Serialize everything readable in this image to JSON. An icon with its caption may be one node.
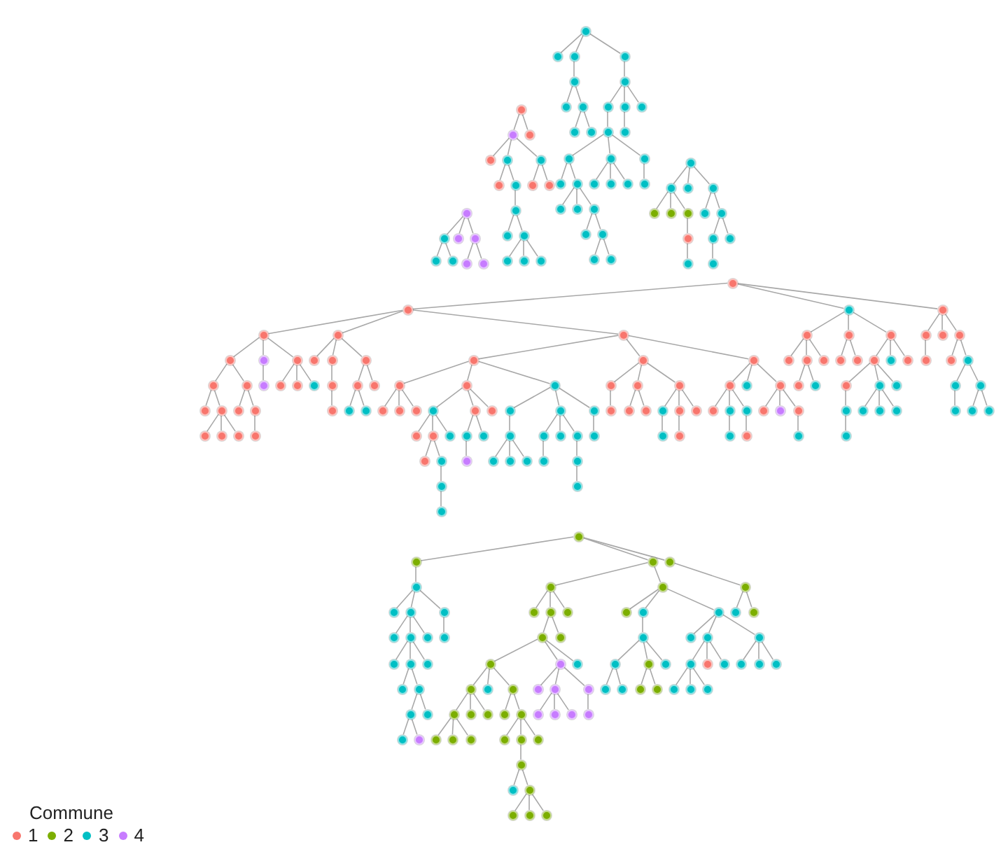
{
  "diagram": {
    "nodes": [
      {
        "text": [],
        "shape": "circle"
      },
      {
        "text": [],
        "shape": "circle"
      },
      {
        "text": [],
        "shape": "circle"
      },
      {
        "text": [],
        "shape": "circle"
      },
      {
        "text": [],
        "shape": "circle"
      },
      {
        "text": [],
        "shape": "circle"
      },
      {
        "text": [],
        "shape": "circle"
      },
      {
        "text": [],
        "shape": "circle"
      },
      {
        "text": [],
        "shape": "circle"
      },
      {
        "text": [],
        "shape": "circle"
      },
      {
        "text": [],
        "shape": "circle"
      },
      {
        "text": [],
        "shape": "circle"
      },
      {
        "text": [],
        "shape": "circle"
      },
      {
        "text": [],
        "shape": "circle"
      },
      {
        "text": [],
        "shape": "circle"
      },
      {
        "text": [],
        "shape": "circle"
      },
      {
        "text": [],
        "shape": "circle"
      },
      {
        "text": [],
        "shape": "circle"
      },
      {
        "text": [],
        "shape": "circle"
      },
      {
        "text": [],
        "shape": "circle"
      },
      {
        "text": [],
        "shape": "circle"
      },
      {
        "text": [],
        "shape": "circle"
      },
      {
        "text": [],
        "shape": "circle"
      },
      {
        "text": [],
        "shape": "circle"
      },
      {
        "text": [],
        "shape": "circle"
      },
      {
        "text": [],
        "shape": "circle"
      },
      {
        "text": [],
        "shape": "circle"
      },
      {
        "text": [],
        "shape": "circle"
      },
      {
        "text": [],
        "shape": "circle"
      },
      {
        "text": [],
        "shape": "circle"
      },
      {
        "text": [],
        "shape": "circle"
      },
      {
        "text": [],
        "shape": "circle"
      },
      {
        "text": [],
        "shape": "circle"
      },
      {
        "text": [],
        "shape": "circle"
      },
      {
        "text": [],
        "shape": "circle"
      },
      {
        "text": [],
        "shape": "circle"
      },
      {
        "text": [],
        "shape": "circle"
      },
      {
        "text": [],
        "shape": "circle"
      },
      {
        "text": [],
        "shape": "circle"
      },
      {
        "text": [],
        "shape": "circle"
      },
      {
        "text": [],
        "shape": "circle"
      },
      {
        "text": [],
        "shape": "circle"
      },
      {
        "text": [],
        "shape": "circle"
      },
      {
        "text": [],
        "shape": "circle"
      },
      {
        "text": [],
        "shape": "circle"
      },
      {
        "text": [],
        "shape": "circle"
      },
      {
        "text": [],
        "shape": "circle"
      },
      {
        "text": [],
        "shape": "circle"
      },
      {
        "text": [],
        "shape": "circle"
      },
      {
        "text": [],
        "shape": "circle"
      },
      {
        "text": [],
        "shape": "circle"
      },
      {
        "text": [],
        "shape": "circle"
      },
      {
        "text": [],
        "shape": "circle"
      },
      {
        "text": [],
        "shape": "circle"
      },
      {
        "text": [],
        "shape": "circle"
      },
      {
        "text": [],
        "shape": "circle"
      },
      {
        "text": [],
        "shape": "circle"
      },
      {
        "text": [],
        "shape": "circle"
      },
      {
        "text": [],
        "shape": "circle"
      },
      {
        "text": [],
        "shape": "circle"
      },
      {
        "text": [],
        "shape": "circle"
      },
      {
        "text": [],
        "shape": "circle"
      },
      {
        "text": [],
        "shape": "circle"
      },
      {
        "text": [],
        "shape": "circle"
      },
      {
        "text": [],
        "shape": "circle"
      },
      {
        "text": [],
        "shape": "circle"
      },
      {
        "text": [],
        "shape": "circle"
      },
      {
        "text": [],
        "shape": "circle"
      },
      {
        "text": [],
        "shape": "circle"
      },
      {
        "text": [],
        "shape": "circle"
      },
      {
        "text": [],
        "shape": "circle"
      },
      {
        "text": [],
        "shape": "circle"
      },
      {
        "text": [],
        "shape": "circle"
      },
      {
        "text": [],
        "shape": "circle"
      },
      {
        "text": [],
        "shape": "circle"
      },
      {
        "text": [],
        "shape": "circle"
      },
      {
        "text": [],
        "shape": "circle"
      },
      {
        "text": [],
        "shape": "circle"
      },
      {
        "text": [],
        "shape": "circle"
      },
      {
        "text": [],
        "shape": "circle"
      },
      {
        "text": [],
        "shape": "circle"
      },
      {
        "text": [],
        "shape": "circle"
      },
      {
        "text": [],
        "shape": "circle"
      },
      {
        "text": [],
        "shape": "circle"
      },
      {
        "text": [],
        "shape": "circle"
      },
      {
        "text": [],
        "shape": "circle"
      },
      {
        "text": [],
        "shape": "circle"
      },
      {
        "text": [],
        "shape": "circle"
      },
      {
        "text": [],
        "shape": "circle"
      },
      {
        "text": [],
        "shape": "circle"
      },
      {
        "text": [],
        "shape": "circle"
      },
      {
        "text": [],
        "shape": "circle"
      },
      {
        "text": [],
        "shape": "circle"
      },
      {
        "text": [],
        "shape": "circle"
      },
      {
        "text": [],
        "shape": "circle"
      },
      {
        "text": [],
        "shape": "circle"
      },
      {
        "text": [],
        "shape": "circle"
      },
      {
        "text": [],
        "shape": "circle"
      },
      {
        "text": [],
        "shape": "circle"
      },
      {
        "text": [],
        "shape": "circle"
      },
      {
        "text": [],
        "shape": "circle"
      },
      {
        "text": [],
        "shape": "circle"
      },
      {
        "text": [],
        "shape": "circle"
      },
      {
        "text": [],
        "shape": "circle"
      },
      {
        "text": [],
        "shape": "circle"
      },
      {
        "text": [],
        "shape": "circle"
      },
      {
        "text": [],
        "shape": "circle"
      },
      {
        "text": [],
        "shape": "circle"
      },
      {
        "text": [],
        "shape": "circle"
      },
      {
        "text": [],
        "shape": "circle"
      },
      {
        "text": [],
        "shape": "circle"
      },
      {
        "text": [],
        "shape": "circle"
      },
      {
        "text": [],
        "shape": "circle"
      },
      {
        "text": [],
        "shape": "circle"
      },
      {
        "text": [],
        "shape": "circle"
      },
      {
        "text": [],
        "shape": "circle"
      },
      {
        "text": [],
        "shape": "circle"
      },
      {
        "text": [],
        "shape": "circle"
      },
      {
        "text": [],
        "shape": "circle"
      },
      {
        "text": [],
        "shape": "circle"
      },
      {
        "text": [],
        "shape": "circle"
      },
      {
        "text": [],
        "shape": "circle"
      },
      {
        "text": [],
        "shape": "circle"
      },
      {
        "text": [],
        "shape": "circle"
      },
      {
        "text": [],
        "shape": "circle"
      },
      {
        "text": [],
        "shape": "circle"
      },
      {
        "text": [],
        "shape": "circle"
      },
      {
        "text": [],
        "shape": "circle"
      },
      {
        "text": [],
        "shape": "circle"
      },
      {
        "text": [],
        "shape": "circle"
      },
      {
        "text": [],
        "shape": "circle"
      },
      {
        "text": [],
        "shape": "circle"
      },
      {
        "text": [],
        "shape": "circle"
      },
      {
        "text": [],
        "shape": "circle"
      },
      {
        "text": [],
        "shape": "circle"
      },
      {
        "text": [],
        "shape": "circle"
      },
      {
        "text": [],
        "shape": "circle"
      },
      {
        "text": [],
        "shape": "circle"
      },
      {
        "text": [],
        "shape": "circle"
      },
      {
        "text": [],
        "shape": "circle"
      },
      {
        "text": [],
        "shape": "circle"
      },
      {
        "text": [],
        "shape": "circle"
      },
      {
        "text": [],
        "shape": "circle"
      },
      {
        "text": [],
        "shape": "circle"
      },
      {
        "text": [],
        "shape": "circle"
      },
      {
        "text": [],
        "shape": "circle"
      },
      {
        "text": [],
        "shape": "circle"
      },
      {
        "text": [],
        "shape": "circle"
      },
      {
        "text": [],
        "shape": "circle"
      },
      {
        "text": [],
        "shape": "circle"
      },
      {
        "text": [],
        "shape": "circle"
      },
      {
        "text": [],
        "shape": "circle"
      },
      {
        "text": [],
        "shape": "circle"
      },
      {
        "text": [],
        "shape": "circle"
      },
      {
        "text": [],
        "shape": "circle"
      },
      {
        "text": [],
        "shape": "circle"
      },
      {
        "text": [],
        "shape": "circle"
      },
      {
        "text": [],
        "shape": "circle"
      },
      {
        "text": [],
        "shape": "circle"
      },
      {
        "text": [],
        "shape": "circle"
      },
      {
        "text": [],
        "shape": "circle"
      },
      {
        "text": [],
        "shape": "circle"
      },
      {
        "text": [],
        "shape": "circle"
      },
      {
        "text": [],
        "shape": "circle"
      },
      {
        "text": [],
        "shape": "circle"
      },
      {
        "text": [],
        "shape": "circle"
      },
      {
        "text": [],
        "shape": "circle"
      },
      {
        "text": [],
        "shape": "circle"
      },
      {
        "text": [],
        "shape": "circle"
      },
      {
        "text": [],
        "shape": "circle"
      },
      {
        "text": [],
        "shape": "circle"
      },
      {
        "text": [],
        "shape": "circle"
      },
      {
        "text": [],
        "shape": "circle"
      },
      {
        "text": [],
        "shape": "circle"
      },
      {
        "text": [],
        "shape": "circle"
      },
      {
        "text": [],
        "shape": "circle"
      },
      {
        "text": [],
        "shape": "circle"
      },
      {
        "text": [],
        "shape": "circle"
      },
      {
        "text": [],
        "shape": "circle"
      },
      {
        "text": [],
        "shape": "circle"
      },
      {
        "text": [],
        "shape": "circle"
      },
      {
        "text": [],
        "shape": "circle"
      },
      {
        "text": [],
        "shape": "circle"
      },
      {
        "text": [],
        "shape": "circle"
      },
      {
        "text": [],
        "shape": "circle"
      },
      {
        "text": [],
        "shape": "circle"
      },
      {
        "text": [],
        "shape": "circle"
      },
      {
        "text": [],
        "shape": "circle"
      },
      {
        "text": [],
        "shape": "circle"
      },
      {
        "text": [],
        "shape": "circle"
      },
      {
        "text": [],
        "shape": "circle"
      },
      {
        "text": [],
        "shape": "circle"
      },
      {
        "text": [],
        "shape": "circle"
      },
      {
        "text": [],
        "shape": "circle"
      },
      {
        "text": [],
        "shape": "circle"
      },
      {
        "text": [],
        "shape": "circle"
      },
      {
        "text": [],
        "shape": "circle"
      },
      {
        "text": [],
        "shape": "circle"
      },
      {
        "text": [],
        "shape": "circle"
      },
      {
        "text": [],
        "shape": "circle"
      },
      {
        "text": [],
        "shape": "circle"
      },
      {
        "text": [],
        "shape": "circle"
      },
      {
        "text": [],
        "shape": "circle"
      },
      {
        "text": [],
        "shape": "circle"
      },
      {
        "text": [],
        "shape": "circle"
      },
      {
        "text": [],
        "shape": "circle"
      },
      {
        "text": [],
        "shape": "circle"
      },
      {
        "text": [],
        "shape": "circle"
      },
      {
        "text": [],
        "shape": "circle"
      },
      {
        "text": [],
        "shape": "circle"
      },
      {
        "text": [],
        "shape": "circle"
      },
      {
        "text": [],
        "shape": "circle"
      },
      {
        "text": [],
        "shape": "circle"
      },
      {
        "text": [],
        "shape": "circle"
      },
      {
        "text": [],
        "shape": "circle"
      },
      {
        "text": [],
        "shape": "circle"
      },
      {
        "text": [],
        "shape": "circle"
      },
      {
        "text": [],
        "shape": "circle"
      },
      {
        "text": [],
        "shape": "circle"
      },
      {
        "text": [],
        "shape": "circle"
      },
      {
        "text": [],
        "shape": "circle"
      },
      {
        "text": [],
        "shape": "circle"
      },
      {
        "text": [],
        "shape": "circle"
      },
      {
        "text": [],
        "shape": "circle"
      },
      {
        "text": [],
        "shape": "circle"
      },
      {
        "text": [],
        "shape": "circle"
      },
      {
        "text": [],
        "shape": "circle"
      },
      {
        "text": [],
        "shape": "circle"
      },
      {
        "text": [],
        "shape": "circle"
      },
      {
        "text": [],
        "shape": "circle"
      },
      {
        "text": [],
        "shape": "circle"
      },
      {
        "text": [],
        "shape": "circle"
      },
      {
        "text": [],
        "shape": "circle"
      },
      {
        "text": [],
        "shape": "circle"
      },
      {
        "text": [],
        "shape": "circle"
      },
      {
        "text": [],
        "shape": "circle"
      },
      {
        "text": [],
        "shape": "circle"
      },
      {
        "text": [],
        "shape": "circle"
      },
      {
        "text": [],
        "shape": "circle"
      },
      {
        "text": [],
        "shape": "circle"
      },
      {
        "text": [],
        "shape": "circle"
      },
      {
        "text": [],
        "shape": "circle"
      },
      {
        "text": [],
        "shape": "circle"
      },
      {
        "text": [],
        "shape": "circle"
      },
      {
        "text": [],
        "shape": "circle"
      },
      {
        "text": [],
        "shape": "circle"
      },
      {
        "text": [],
        "shape": "circle"
      },
      {
        "text": [],
        "shape": "circle"
      },
      {
        "text": [],
        "shape": "circle"
      },
      {
        "text": [],
        "shape": "circle"
      },
      {
        "text": [],
        "shape": "circle"
      },
      {
        "text": [],
        "shape": "circle"
      },
      {
        "text": [],
        "shape": "circle"
      },
      {
        "text": [],
        "shape": "circle"
      },
      {
        "text": [],
        "shape": "circle"
      },
      {
        "text": [],
        "shape": "circle"
      },
      {
        "text": [],
        "shape": "circle"
      },
      {
        "text": [],
        "shape": "circle"
      },
      {
        "text": [],
        "shape": "circle"
      },
      {
        "text": [],
        "shape": "circle"
      },
      {
        "text": [],
        "shape": "circle"
      },
      {
        "text": [],
        "shape": "circle"
      },
      {
        "text": [],
        "shape": "circle"
      },
      {
        "text": [],
        "shape": "circle"
      },
      {
        "text": [],
        "shape": "circle"
      },
      {
        "text": [],
        "shape": "circle"
      },
      {
        "text": [],
        "shape": "circle"
      },
      {
        "text": [],
        "shape": "circle"
      },
      {
        "text": [],
        "shape": "circle"
      },
      {
        "text": [],
        "shape": "circle"
      },
      {
        "text": [],
        "shape": "circle"
      },
      {
        "text": [],
        "shape": "circle"
      },
      {
        "text": [],
        "shape": "circle"
      },
      {
        "text": [],
        "shape": "circle"
      },
      {
        "text": [],
        "shape": "circle"
      },
      {
        "text": [],
        "shape": "circle"
      },
      {
        "text": [],
        "shape": "circle"
      }
    ],
    "edges": [
      {
        "from": 0,
        "to": 1,
        "arrow": "none"
      },
      {
        "from": 0,
        "to": 2,
        "arrow": "none"
      },
      {
        "from": 0,
        "to": 3,
        "arrow": "none"
      },
      {
        "from": 2,
        "to": 4,
        "arrow": "none"
      },
      {
        "from": 4,
        "to": 5,
        "arrow": "none"
      },
      {
        "from": 4,
        "to": 6,
        "arrow": "none"
      },
      {
        "from": 6,
        "to": 7,
        "arrow": "none"
      },
      {
        "from": 6,
        "to": 8,
        "arrow": "none"
      },
      {
        "from": 3,
        "to": 9,
        "arrow": "none"
      },
      {
        "from": 9,
        "to": 10,
        "arrow": "none"
      },
      {
        "from": 9,
        "to": 11,
        "arrow": "none"
      },
      {
        "from": 9,
        "to": 12,
        "arrow": "none"
      },
      {
        "from": 11,
        "to": 13,
        "arrow": "none"
      },
      {
        "from": 10,
        "to": 14,
        "arrow": "none"
      },
      {
        "from": 14,
        "to": 15,
        "arrow": "none"
      },
      {
        "from": 14,
        "to": 16,
        "arrow": "none"
      },
      {
        "from": 14,
        "to": 17,
        "arrow": "none"
      },
      {
        "from": 15,
        "to": 18,
        "arrow": "none"
      },
      {
        "from": 15,
        "to": 19,
        "arrow": "none"
      },
      {
        "from": 19,
        "to": 20,
        "arrow": "none"
      },
      {
        "from": 19,
        "to": 21,
        "arrow": "none"
      },
      {
        "from": 19,
        "to": 22,
        "arrow": "none"
      },
      {
        "from": 22,
        "to": 23,
        "arrow": "none"
      },
      {
        "from": 22,
        "to": 24,
        "arrow": "none"
      },
      {
        "from": 24,
        "to": 25,
        "arrow": "none"
      },
      {
        "from": 24,
        "to": 26,
        "arrow": "none"
      },
      {
        "from": 16,
        "to": 27,
        "arrow": "none"
      },
      {
        "from": 16,
        "to": 28,
        "arrow": "none"
      },
      {
        "from": 16,
        "to": 29,
        "arrow": "none"
      },
      {
        "from": 17,
        "to": 30,
        "arrow": "none"
      },
      {
        "from": 31,
        "to": 32,
        "arrow": "none"
      },
      {
        "from": 31,
        "to": 33,
        "arrow": "none"
      },
      {
        "from": 32,
        "to": 34,
        "arrow": "none"
      },
      {
        "from": 32,
        "to": 35,
        "arrow": "none"
      },
      {
        "from": 32,
        "to": 36,
        "arrow": "none"
      },
      {
        "from": 35,
        "to": 37,
        "arrow": "none"
      },
      {
        "from": 35,
        "to": 38,
        "arrow": "none"
      },
      {
        "from": 38,
        "to": 39,
        "arrow": "none"
      },
      {
        "from": 39,
        "to": 40,
        "arrow": "none"
      },
      {
        "from": 39,
        "to": 41,
        "arrow": "none"
      },
      {
        "from": 41,
        "to": 42,
        "arrow": "none"
      },
      {
        "from": 41,
        "to": 43,
        "arrow": "none"
      },
      {
        "from": 41,
        "to": 44,
        "arrow": "none"
      },
      {
        "from": 36,
        "to": 45,
        "arrow": "none"
      },
      {
        "from": 36,
        "to": 46,
        "arrow": "none"
      },
      {
        "from": 47,
        "to": 48,
        "arrow": "none"
      },
      {
        "from": 47,
        "to": 49,
        "arrow": "none"
      },
      {
        "from": 47,
        "to": 50,
        "arrow": "none"
      },
      {
        "from": 48,
        "to": 51,
        "arrow": "none"
      },
      {
        "from": 48,
        "to": 52,
        "arrow": "none"
      },
      {
        "from": 50,
        "to": 53,
        "arrow": "none"
      },
      {
        "from": 50,
        "to": 54,
        "arrow": "none"
      },
      {
        "from": 55,
        "to": 56,
        "arrow": "none"
      },
      {
        "from": 55,
        "to": 57,
        "arrow": "none"
      },
      {
        "from": 55,
        "to": 58,
        "arrow": "none"
      },
      {
        "from": 56,
        "to": 59,
        "arrow": "none"
      },
      {
        "from": 56,
        "to": 60,
        "arrow": "none"
      },
      {
        "from": 56,
        "to": 61,
        "arrow": "none"
      },
      {
        "from": 61,
        "to": 62,
        "arrow": "none"
      },
      {
        "from": 62,
        "to": 63,
        "arrow": "none"
      },
      {
        "from": 58,
        "to": 64,
        "arrow": "none"
      },
      {
        "from": 58,
        "to": 65,
        "arrow": "none"
      },
      {
        "from": 65,
        "to": 66,
        "arrow": "none"
      },
      {
        "from": 65,
        "to": 67,
        "arrow": "none"
      },
      {
        "from": 66,
        "to": 68,
        "arrow": "none"
      },
      {
        "from": 69,
        "to": 70,
        "arrow": "none"
      },
      {
        "from": 69,
        "to": 71,
        "arrow": "none"
      },
      {
        "from": 69,
        "to": 72,
        "arrow": "none"
      },
      {
        "from": 70,
        "to": 73,
        "arrow": "none"
      },
      {
        "from": 70,
        "to": 74,
        "arrow": "none"
      },
      {
        "from": 70,
        "to": 75,
        "arrow": "none"
      },
      {
        "from": 73,
        "to": 76,
        "arrow": "none"
      },
      {
        "from": 73,
        "to": 77,
        "arrow": "none"
      },
      {
        "from": 73,
        "to": 78,
        "arrow": "none"
      },
      {
        "from": 76,
        "to": 79,
        "arrow": "none"
      },
      {
        "from": 76,
        "to": 80,
        "arrow": "none"
      },
      {
        "from": 79,
        "to": 81,
        "arrow": "none"
      },
      {
        "from": 79,
        "to": 82,
        "arrow": "none"
      },
      {
        "from": 82,
        "to": 83,
        "arrow": "none"
      },
      {
        "from": 82,
        "to": 84,
        "arrow": "none"
      },
      {
        "from": 82,
        "to": 85,
        "arrow": "none"
      },
      {
        "from": 80,
        "to": 86,
        "arrow": "none"
      },
      {
        "from": 80,
        "to": 87,
        "arrow": "none"
      },
      {
        "from": 87,
        "to": 88,
        "arrow": "none"
      },
      {
        "from": 77,
        "to": 89,
        "arrow": "none"
      },
      {
        "from": 78,
        "to": 90,
        "arrow": "none"
      },
      {
        "from": 78,
        "to": 91,
        "arrow": "none"
      },
      {
        "from": 78,
        "to": 92,
        "arrow": "none"
      },
      {
        "from": 74,
        "to": 93,
        "arrow": "none"
      },
      {
        "from": 74,
        "to": 94,
        "arrow": "none"
      },
      {
        "from": 74,
        "to": 95,
        "arrow": "none"
      },
      {
        "from": 94,
        "to": 96,
        "arrow": "none"
      },
      {
        "from": 96,
        "to": 97,
        "arrow": "none"
      },
      {
        "from": 95,
        "to": 98,
        "arrow": "none"
      },
      {
        "from": 95,
        "to": 99,
        "arrow": "none"
      },
      {
        "from": 98,
        "to": 100,
        "arrow": "none"
      },
      {
        "from": 98,
        "to": 101,
        "arrow": "none"
      },
      {
        "from": 75,
        "to": 102,
        "arrow": "none"
      },
      {
        "from": 75,
        "to": 103,
        "arrow": "none"
      },
      {
        "from": 75,
        "to": 104,
        "arrow": "none"
      },
      {
        "from": 102,
        "to": 105,
        "arrow": "none"
      },
      {
        "from": 102,
        "to": 106,
        "arrow": "none"
      },
      {
        "from": 102,
        "to": 107,
        "arrow": "none"
      },
      {
        "from": 105,
        "to": 108,
        "arrow": "none"
      },
      {
        "from": 105,
        "to": 109,
        "arrow": "none"
      },
      {
        "from": 105,
        "to": 110,
        "arrow": "none"
      },
      {
        "from": 106,
        "to": 111,
        "arrow": "none"
      },
      {
        "from": 106,
        "to": 112,
        "arrow": "none"
      },
      {
        "from": 106,
        "to": 113,
        "arrow": "none"
      },
      {
        "from": 111,
        "to": 114,
        "arrow": "none"
      },
      {
        "from": 111,
        "to": 115,
        "arrow": "none"
      },
      {
        "from": 111,
        "to": 116,
        "arrow": "none"
      },
      {
        "from": 115,
        "to": 117,
        "arrow": "none"
      },
      {
        "from": 115,
        "to": 118,
        "arrow": "none"
      },
      {
        "from": 118,
        "to": 119,
        "arrow": "none"
      },
      {
        "from": 119,
        "to": 120,
        "arrow": "none"
      },
      {
        "from": 112,
        "to": 121,
        "arrow": "none"
      },
      {
        "from": 112,
        "to": 122,
        "arrow": "none"
      },
      {
        "from": 121,
        "to": 123,
        "arrow": "none"
      },
      {
        "from": 107,
        "to": 124,
        "arrow": "none"
      },
      {
        "from": 107,
        "to": 125,
        "arrow": "none"
      },
      {
        "from": 107,
        "to": 126,
        "arrow": "none"
      },
      {
        "from": 124,
        "to": 127,
        "arrow": "none"
      },
      {
        "from": 127,
        "to": 128,
        "arrow": "none"
      },
      {
        "from": 127,
        "to": 129,
        "arrow": "none"
      },
      {
        "from": 127,
        "to": 130,
        "arrow": "none"
      },
      {
        "from": 125,
        "to": 131,
        "arrow": "none"
      },
      {
        "from": 125,
        "to": 132,
        "arrow": "none"
      },
      {
        "from": 125,
        "to": 133,
        "arrow": "none"
      },
      {
        "from": 131,
        "to": 134,
        "arrow": "none"
      },
      {
        "from": 133,
        "to": 135,
        "arrow": "none"
      },
      {
        "from": 135,
        "to": 136,
        "arrow": "none"
      },
      {
        "from": 126,
        "to": 137,
        "arrow": "none"
      },
      {
        "from": 103,
        "to": 138,
        "arrow": "none"
      },
      {
        "from": 103,
        "to": 139,
        "arrow": "none"
      },
      {
        "from": 103,
        "to": 140,
        "arrow": "none"
      },
      {
        "from": 138,
        "to": 141,
        "arrow": "none"
      },
      {
        "from": 139,
        "to": 142,
        "arrow": "none"
      },
      {
        "from": 139,
        "to": 143,
        "arrow": "none"
      },
      {
        "from": 140,
        "to": 144,
        "arrow": "none"
      },
      {
        "from": 140,
        "to": 145,
        "arrow": "none"
      },
      {
        "from": 140,
        "to": 146,
        "arrow": "none"
      },
      {
        "from": 144,
        "to": 147,
        "arrow": "none"
      },
      {
        "from": 145,
        "to": 148,
        "arrow": "none"
      },
      {
        "from": 104,
        "to": 149,
        "arrow": "none"
      },
      {
        "from": 104,
        "to": 150,
        "arrow": "none"
      },
      {
        "from": 104,
        "to": 151,
        "arrow": "none"
      },
      {
        "from": 149,
        "to": 152,
        "arrow": "none"
      },
      {
        "from": 149,
        "to": 153,
        "arrow": "none"
      },
      {
        "from": 149,
        "to": 154,
        "arrow": "none"
      },
      {
        "from": 153,
        "to": 155,
        "arrow": "none"
      },
      {
        "from": 154,
        "to": 156,
        "arrow": "none"
      },
      {
        "from": 151,
        "to": 157,
        "arrow": "none"
      },
      {
        "from": 151,
        "to": 158,
        "arrow": "none"
      },
      {
        "from": 151,
        "to": 159,
        "arrow": "none"
      },
      {
        "from": 159,
        "to": 160,
        "arrow": "none"
      },
      {
        "from": 71,
        "to": 161,
        "arrow": "none"
      },
      {
        "from": 71,
        "to": 162,
        "arrow": "none"
      },
      {
        "from": 71,
        "to": 163,
        "arrow": "none"
      },
      {
        "from": 161,
        "to": 164,
        "arrow": "none"
      },
      {
        "from": 161,
        "to": 165,
        "arrow": "none"
      },
      {
        "from": 161,
        "to": 166,
        "arrow": "none"
      },
      {
        "from": 165,
        "to": 167,
        "arrow": "none"
      },
      {
        "from": 165,
        "to": 168,
        "arrow": "none"
      },
      {
        "from": 162,
        "to": 169,
        "arrow": "none"
      },
      {
        "from": 162,
        "to": 170,
        "arrow": "none"
      },
      {
        "from": 163,
        "to": 171,
        "arrow": "none"
      },
      {
        "from": 163,
        "to": 172,
        "arrow": "none"
      },
      {
        "from": 163,
        "to": 173,
        "arrow": "none"
      },
      {
        "from": 171,
        "to": 174,
        "arrow": "none"
      },
      {
        "from": 171,
        "to": 175,
        "arrow": "none"
      },
      {
        "from": 171,
        "to": 176,
        "arrow": "none"
      },
      {
        "from": 174,
        "to": 177,
        "arrow": "none"
      },
      {
        "from": 177,
        "to": 178,
        "arrow": "none"
      },
      {
        "from": 175,
        "to": 179,
        "arrow": "none"
      },
      {
        "from": 175,
        "to": 180,
        "arrow": "none"
      },
      {
        "from": 175,
        "to": 181,
        "arrow": "none"
      },
      {
        "from": 72,
        "to": 182,
        "arrow": "none"
      },
      {
        "from": 72,
        "to": 183,
        "arrow": "none"
      },
      {
        "from": 72,
        "to": 184,
        "arrow": "none"
      },
      {
        "from": 182,
        "to": 185,
        "arrow": "none"
      },
      {
        "from": 184,
        "to": 186,
        "arrow": "none"
      },
      {
        "from": 184,
        "to": 187,
        "arrow": "none"
      },
      {
        "from": 187,
        "to": 188,
        "arrow": "none"
      },
      {
        "from": 187,
        "to": 189,
        "arrow": "none"
      },
      {
        "from": 188,
        "to": 190,
        "arrow": "none"
      },
      {
        "from": 189,
        "to": 191,
        "arrow": "none"
      },
      {
        "from": 189,
        "to": 192,
        "arrow": "none"
      },
      {
        "from": 193,
        "to": 194,
        "arrow": "none"
      },
      {
        "from": 193,
        "to": 195,
        "arrow": "none"
      },
      {
        "from": 193,
        "to": 196,
        "arrow": "none"
      },
      {
        "from": 196,
        "to": 197,
        "arrow": "none"
      },
      {
        "from": 194,
        "to": 198,
        "arrow": "none"
      },
      {
        "from": 198,
        "to": 199,
        "arrow": "none"
      },
      {
        "from": 198,
        "to": 200,
        "arrow": "none"
      },
      {
        "from": 198,
        "to": 201,
        "arrow": "none"
      },
      {
        "from": 201,
        "to": 202,
        "arrow": "none"
      },
      {
        "from": 200,
        "to": 203,
        "arrow": "none"
      },
      {
        "from": 200,
        "to": 204,
        "arrow": "none"
      },
      {
        "from": 200,
        "to": 205,
        "arrow": "none"
      },
      {
        "from": 204,
        "to": 206,
        "arrow": "none"
      },
      {
        "from": 204,
        "to": 207,
        "arrow": "none"
      },
      {
        "from": 204,
        "to": 208,
        "arrow": "none"
      },
      {
        "from": 207,
        "to": 209,
        "arrow": "none"
      },
      {
        "from": 207,
        "to": 210,
        "arrow": "none"
      },
      {
        "from": 210,
        "to": 211,
        "arrow": "none"
      },
      {
        "from": 210,
        "to": 212,
        "arrow": "none"
      },
      {
        "from": 211,
        "to": 213,
        "arrow": "none"
      },
      {
        "from": 211,
        "to": 214,
        "arrow": "none"
      },
      {
        "from": 195,
        "to": 215,
        "arrow": "none"
      },
      {
        "from": 195,
        "to": 216,
        "arrow": "none"
      },
      {
        "from": 215,
        "to": 217,
        "arrow": "none"
      },
      {
        "from": 215,
        "to": 218,
        "arrow": "none"
      },
      {
        "from": 215,
        "to": 219,
        "arrow": "none"
      },
      {
        "from": 218,
        "to": 220,
        "arrow": "none"
      },
      {
        "from": 218,
        "to": 221,
        "arrow": "none"
      },
      {
        "from": 220,
        "to": 222,
        "arrow": "none"
      },
      {
        "from": 220,
        "to": 223,
        "arrow": "none"
      },
      {
        "from": 220,
        "to": 224,
        "arrow": "none"
      },
      {
        "from": 222,
        "to": 225,
        "arrow": "none"
      },
      {
        "from": 222,
        "to": 226,
        "arrow": "none"
      },
      {
        "from": 222,
        "to": 227,
        "arrow": "none"
      },
      {
        "from": 225,
        "to": 228,
        "arrow": "none"
      },
      {
        "from": 225,
        "to": 229,
        "arrow": "none"
      },
      {
        "from": 225,
        "to": 230,
        "arrow": "none"
      },
      {
        "from": 228,
        "to": 231,
        "arrow": "none"
      },
      {
        "from": 228,
        "to": 232,
        "arrow": "none"
      },
      {
        "from": 228,
        "to": 233,
        "arrow": "none"
      },
      {
        "from": 227,
        "to": 234,
        "arrow": "none"
      },
      {
        "from": 227,
        "to": 235,
        "arrow": "none"
      },
      {
        "from": 235,
        "to": 236,
        "arrow": "none"
      },
      {
        "from": 235,
        "to": 237,
        "arrow": "none"
      },
      {
        "from": 235,
        "to": 238,
        "arrow": "none"
      },
      {
        "from": 237,
        "to": 239,
        "arrow": "none"
      },
      {
        "from": 239,
        "to": 240,
        "arrow": "none"
      },
      {
        "from": 239,
        "to": 241,
        "arrow": "none"
      },
      {
        "from": 241,
        "to": 242,
        "arrow": "none"
      },
      {
        "from": 241,
        "to": 243,
        "arrow": "none"
      },
      {
        "from": 241,
        "to": 244,
        "arrow": "none"
      },
      {
        "from": 223,
        "to": 245,
        "arrow": "none"
      },
      {
        "from": 223,
        "to": 246,
        "arrow": "none"
      },
      {
        "from": 223,
        "to": 247,
        "arrow": "none"
      },
      {
        "from": 246,
        "to": 248,
        "arrow": "none"
      },
      {
        "from": 246,
        "to": 249,
        "arrow": "none"
      },
      {
        "from": 246,
        "to": 250,
        "arrow": "none"
      },
      {
        "from": 247,
        "to": 251,
        "arrow": "none"
      },
      {
        "from": 216,
        "to": 252,
        "arrow": "none"
      },
      {
        "from": 216,
        "to": 253,
        "arrow": "none"
      },
      {
        "from": 216,
        "to": 254,
        "arrow": "none"
      },
      {
        "from": 253,
        "to": 255,
        "arrow": "none"
      },
      {
        "from": 255,
        "to": 256,
        "arrow": "none"
      },
      {
        "from": 255,
        "to": 257,
        "arrow": "none"
      },
      {
        "from": 255,
        "to": 258,
        "arrow": "none"
      },
      {
        "from": 256,
        "to": 259,
        "arrow": "none"
      },
      {
        "from": 256,
        "to": 260,
        "arrow": "none"
      },
      {
        "from": 257,
        "to": 261,
        "arrow": "none"
      },
      {
        "from": 257,
        "to": 262,
        "arrow": "none"
      },
      {
        "from": 254,
        "to": 263,
        "arrow": "none"
      },
      {
        "from": 254,
        "to": 264,
        "arrow": "none"
      },
      {
        "from": 254,
        "to": 265,
        "arrow": "none"
      },
      {
        "from": 264,
        "to": 266,
        "arrow": "none"
      },
      {
        "from": 264,
        "to": 267,
        "arrow": "none"
      },
      {
        "from": 264,
        "to": 268,
        "arrow": "none"
      },
      {
        "from": 266,
        "to": 269,
        "arrow": "none"
      },
      {
        "from": 266,
        "to": 270,
        "arrow": "none"
      },
      {
        "from": 266,
        "to": 271,
        "arrow": "none"
      },
      {
        "from": 265,
        "to": 272,
        "arrow": "none"
      },
      {
        "from": 265,
        "to": 273,
        "arrow": "none"
      },
      {
        "from": 265,
        "to": 274,
        "arrow": "none"
      },
      {
        "from": 197,
        "to": 275,
        "arrow": "none"
      },
      {
        "from": 197,
        "to": 276,
        "arrow": "none"
      }
    ],
    "labels": [
      "Commune"
    ],
    "legend": [
      {
        "text": "1",
        "color": "#f8766d"
      },
      {
        "text": "2",
        "color": "#7cae00"
      },
      {
        "text": "3",
        "color": "#00bfc4"
      },
      {
        "text": "4",
        "color": "#c77cff"
      }
    ]
  }
}
